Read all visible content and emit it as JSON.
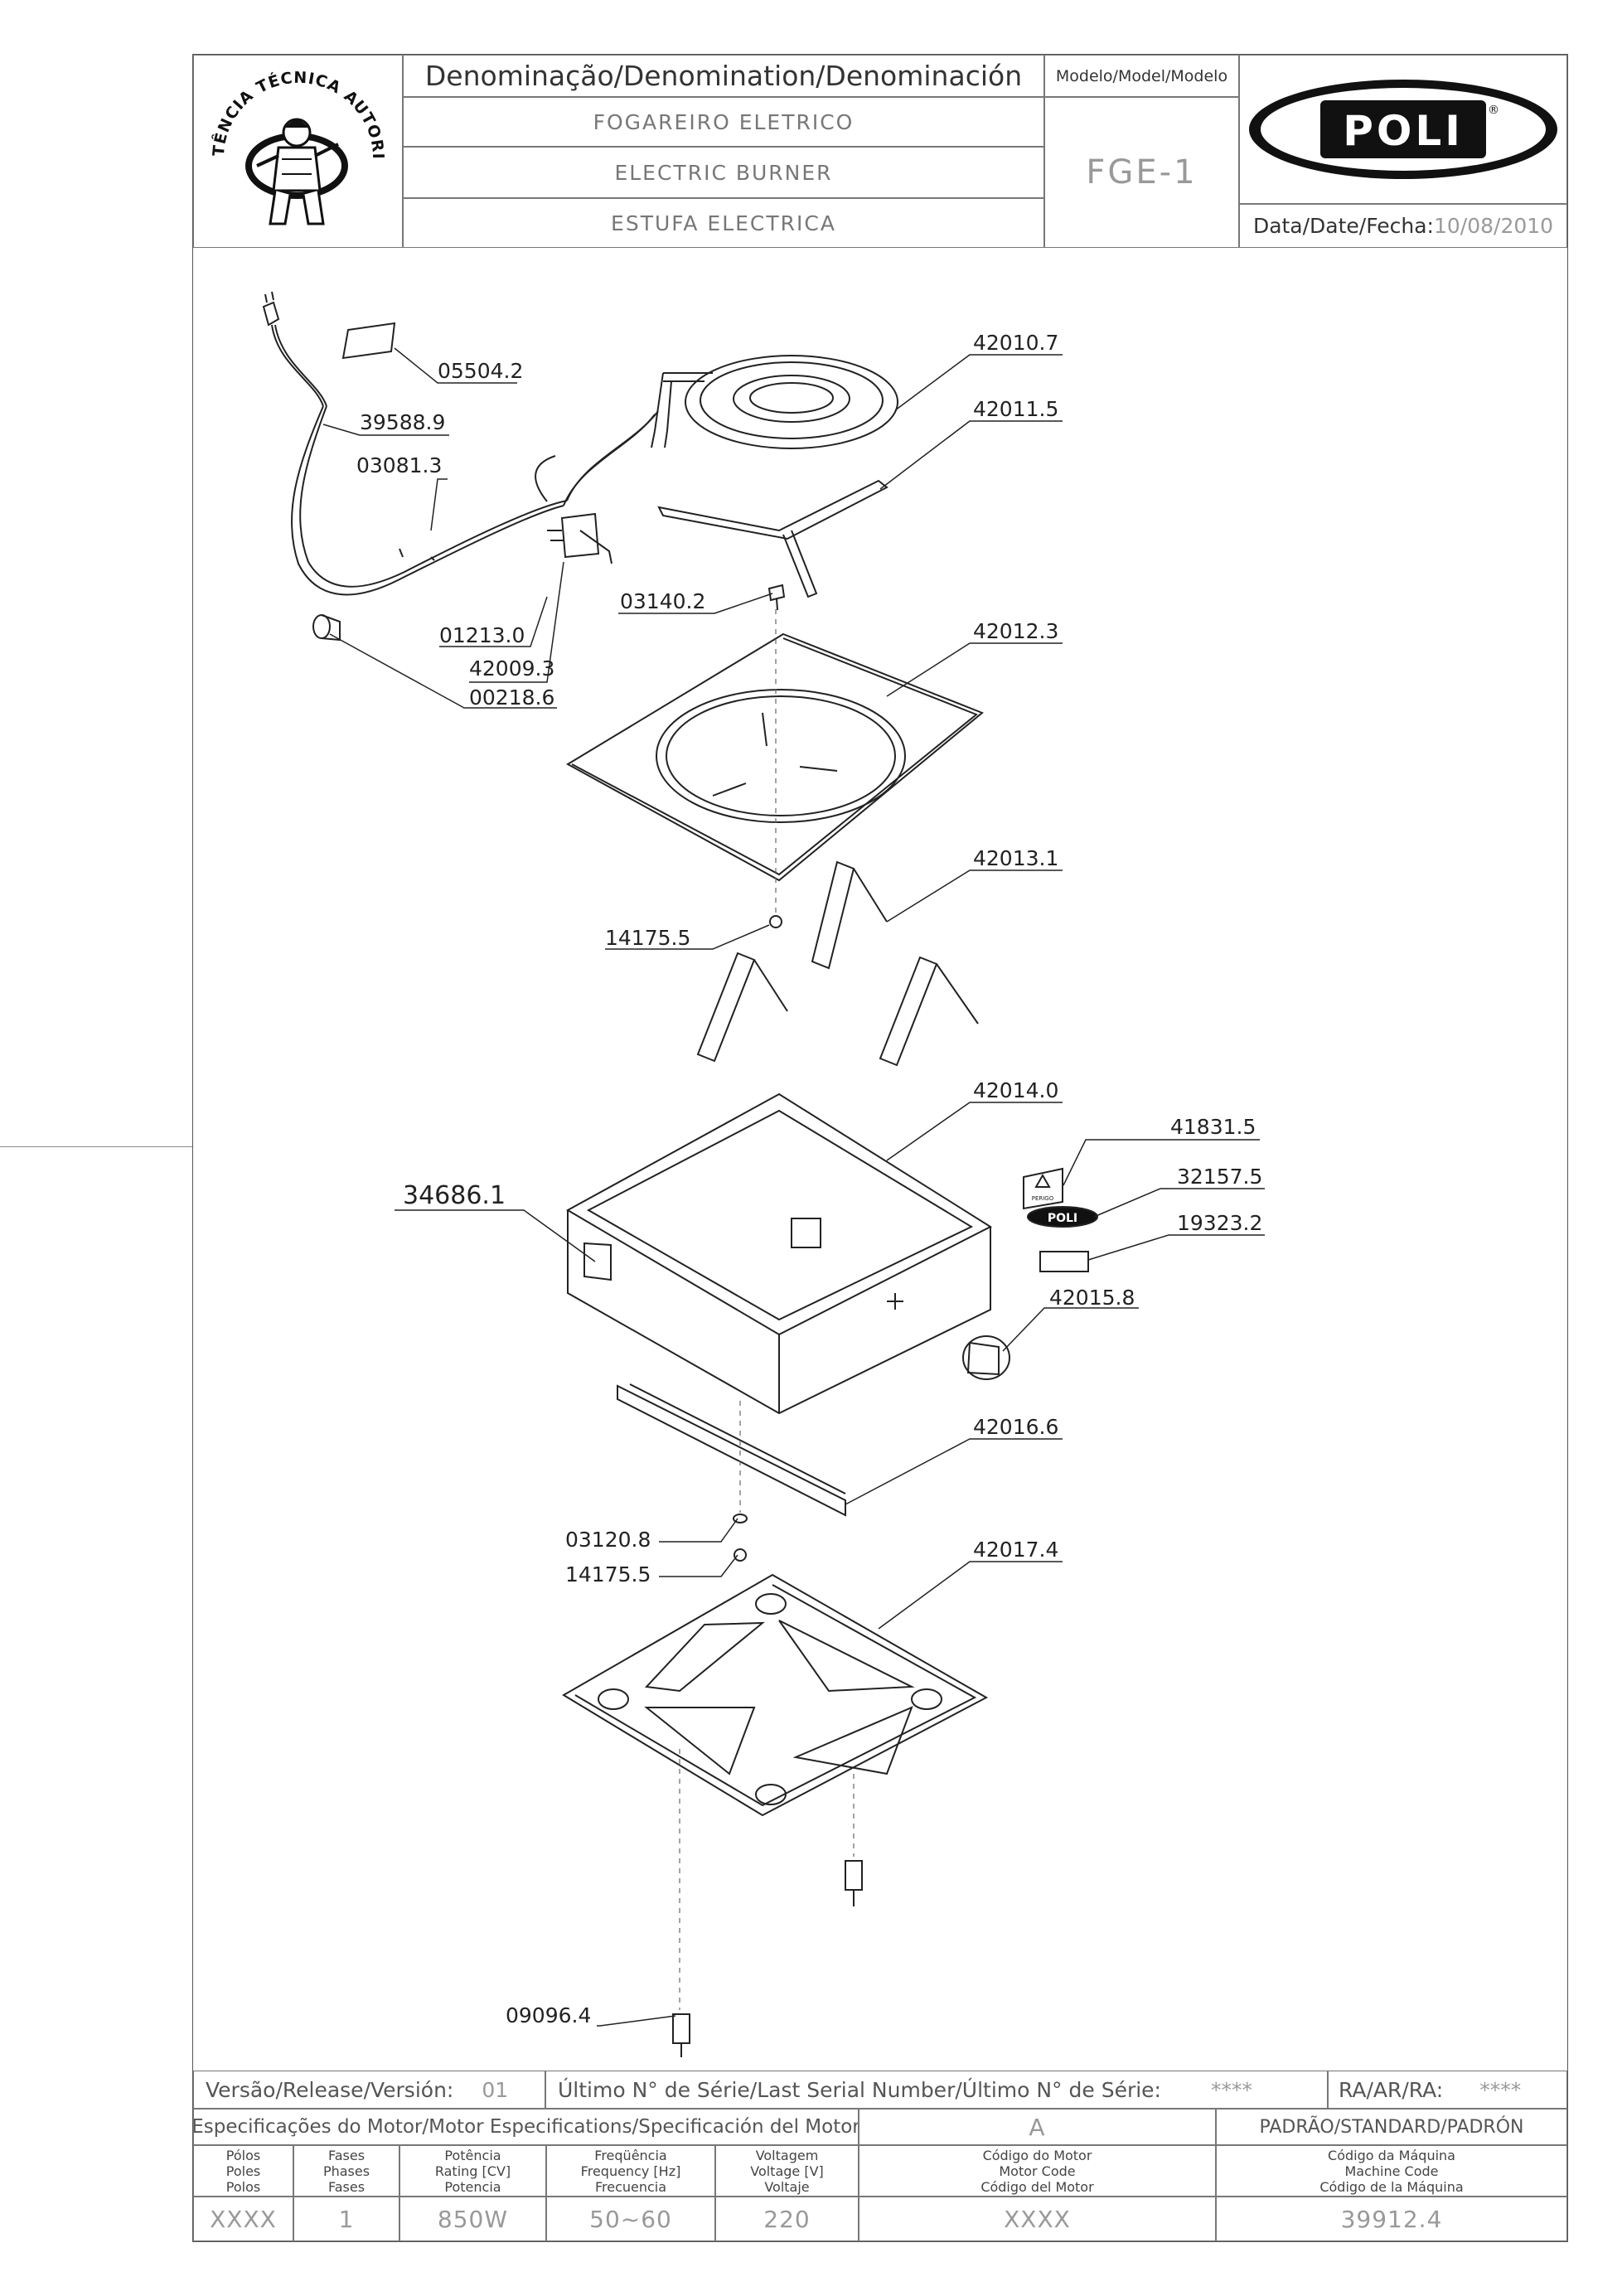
{
  "header": {
    "badge_ring_text": "ASSISTÊNCIA TÉCNICA AUTORIZADA",
    "denomination_title": "Denominação/Denomination/Denominación",
    "name_pt": "FOGAREIRO ELETRICO",
    "name_en": "ELECTRIC BURNER",
    "name_es": "ESTUFA ELECTRICA",
    "model_label": "Modelo/Model/Modelo",
    "model_value": "FGE-1",
    "brand": "POLI",
    "brand_registered": "®",
    "date_label": "Data/Date/Fecha:",
    "date_value": "10/08/2010"
  },
  "diagram": {
    "part_numbers": [
      "05504.2",
      "39588.9",
      "03081.3",
      "01213.0",
      "42009.3",
      "00218.6",
      "42010.7",
      "42011.5",
      "03140.2",
      "42012.3",
      "42013.1",
      "14175.5",
      "42014.0",
      "34686.1",
      "41831.5",
      "32157.5",
      "19323.2",
      "42015.8",
      "42016.6",
      "03120.8",
      "14175.5",
      "42017.4",
      "09096.4"
    ],
    "warning_label_text": "PERIGO",
    "badge_brand": "POLI"
  },
  "footer": {
    "release_label": "Versão/Release/Versión:",
    "release_value": "01",
    "serial_label": "Último N° de Série/Last Serial Number/Último N° de Série:",
    "serial_value": "****",
    "ra_label": "RA/AR/RA:",
    "ra_value": "****",
    "motor_spec_title": "Especificações do Motor/Motor Especifications/Specificación del Motor",
    "motor_code_letter": "A",
    "standard_label": "PADRÃO/STANDARD/PADRÓN",
    "columns": [
      {
        "pt": "Pólos",
        "en": "Poles",
        "es": "Polos",
        "value": "XXXX"
      },
      {
        "pt": "Fases",
        "en": "Phases",
        "es": "Fases",
        "value": "1"
      },
      {
        "pt": "Potência",
        "en": "Rating [CV]",
        "es": "Potencia",
        "value": "850W"
      },
      {
        "pt": "Freqüência",
        "en": "Frequency [Hz]",
        "es": "Frecuencia",
        "value": "50~60"
      },
      {
        "pt": "Voltagem",
        "en": "Voltage [V]",
        "es": "Voltaje",
        "value": "220"
      },
      {
        "pt": "Código do Motor",
        "en": "Motor Code",
        "es": "Código del Motor",
        "value": "XXXX"
      },
      {
        "pt": "Código da Máquina",
        "en": "Machine Code",
        "es": "Código de la Máquina",
        "value": "39912.4"
      }
    ]
  }
}
